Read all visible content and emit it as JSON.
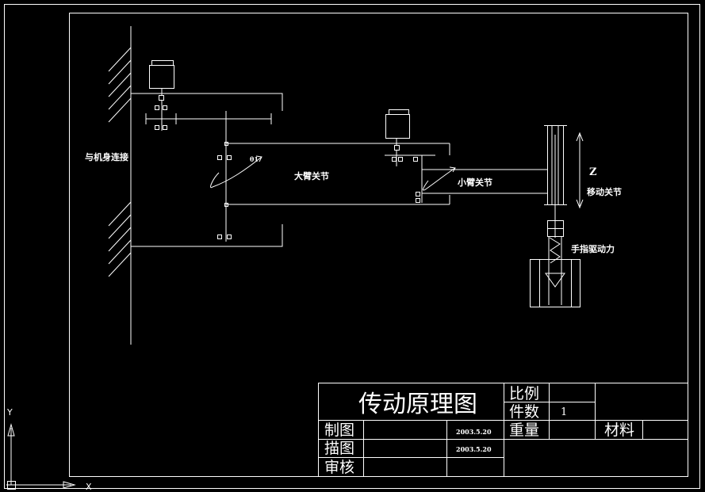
{
  "colors": {
    "background": "#000000",
    "line": "#ffffff"
  },
  "labels": {
    "machine_connection": "与机身连接",
    "big_arm_joint": "大臂关节",
    "small_arm_joint": "小臂关节",
    "z_axis": "Z",
    "moving_joint": "移动关节",
    "hand_drive": "手指驱动力",
    "theta1": "θ1"
  },
  "title_block": {
    "title": "传动原理图",
    "ratio_label": "比例",
    "count_label": "件数",
    "count_value": "1",
    "weight_label": "重量",
    "material_label": "材料",
    "drawn_label": "制图",
    "drawn_date": "2003.5.20",
    "traced_label": "描图",
    "traced_date": "2003.5.20",
    "checked_label": "审核"
  },
  "ucs": {
    "x_label": "X",
    "y_label": "Y"
  }
}
